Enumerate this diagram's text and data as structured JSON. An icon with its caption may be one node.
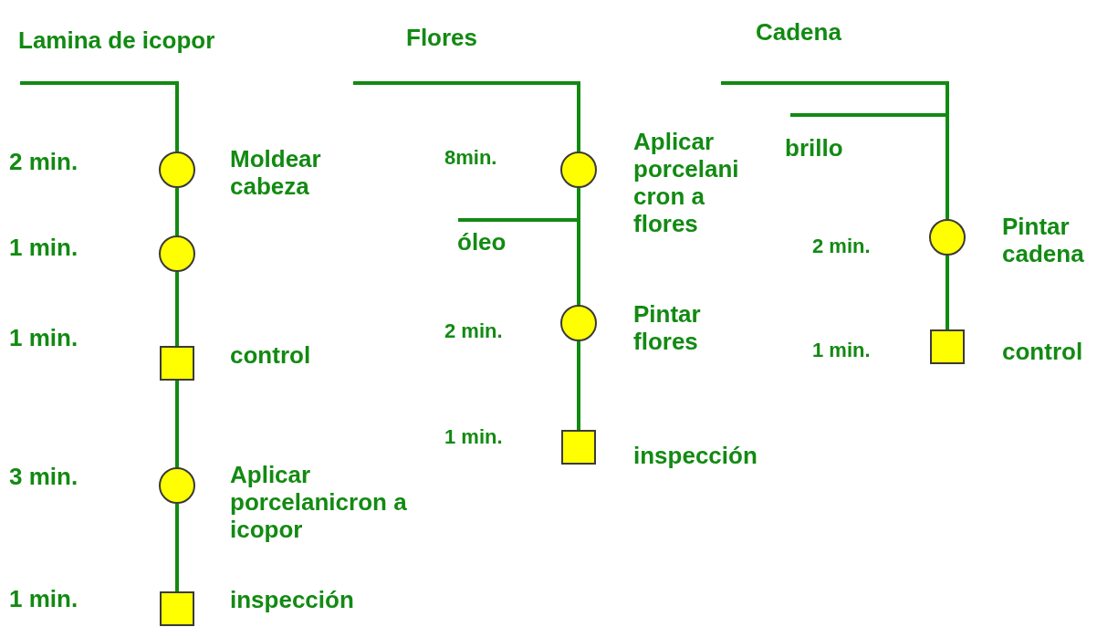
{
  "diagram": {
    "nodes": [
      {
        "text": [
          "Lamina de icopor"
        ]
      },
      {
        "text": [],
        "shape": "circle",
        "beside": [
          "2 min.",
          "Moldear cabeza"
        ]
      },
      {
        "text": [],
        "shape": "circle",
        "beside": [
          "1 min."
        ]
      },
      {
        "text": [],
        "shape": "box",
        "beside": [
          "1 min.",
          "control"
        ]
      },
      {
        "text": [],
        "shape": "circle",
        "beside": [
          "3 min.",
          "Aplicar porcelanicron a icopor"
        ]
      },
      {
        "text": [],
        "shape": "box",
        "beside": [
          "1 min.",
          "inspección"
        ]
      },
      {
        "text": [
          "Flores"
        ]
      },
      {
        "text": [],
        "shape": "circle",
        "beside": [
          "8min.",
          "Aplicar porcelani cron a flores"
        ]
      },
      {
        "text": [
          "óleo"
        ]
      },
      {
        "text": [],
        "shape": "circle",
        "beside": [
          "2 min.",
          "Pintar flores"
        ]
      },
      {
        "text": [],
        "shape": "box",
        "beside": [
          "1 min.",
          "inspección"
        ]
      },
      {
        "text": [
          "Cadena"
        ]
      },
      {
        "text": [
          "brillo"
        ]
      },
      {
        "text": [],
        "shape": "circle",
        "beside": [
          "2 min.",
          "Pintar cadena"
        ]
      },
      {
        "text": [],
        "shape": "box",
        "beside": [
          "1 min.",
          "control"
        ]
      }
    ],
    "edges": [
      {
        "from": 0,
        "to": 1,
        "arrow": "none"
      },
      {
        "from": 1,
        "to": 2,
        "arrow": "none"
      },
      {
        "from": 2,
        "to": 3,
        "arrow": "none"
      },
      {
        "from": 3,
        "to": 4,
        "arrow": "none"
      },
      {
        "from": 4,
        "to": 5,
        "arrow": "none"
      },
      {
        "from": 6,
        "to": 7,
        "arrow": "none"
      },
      {
        "from": 7,
        "to": 9,
        "arrow": "none"
      },
      {
        "from": 8,
        "to": 9,
        "arrow": "none"
      },
      {
        "from": 9,
        "to": 10,
        "arrow": "none"
      },
      {
        "from": 11,
        "to": 13,
        "arrow": "none"
      },
      {
        "from": 12,
        "to": 13,
        "arrow": "none"
      },
      {
        "from": 13,
        "to": 14,
        "arrow": "none"
      }
    ]
  }
}
